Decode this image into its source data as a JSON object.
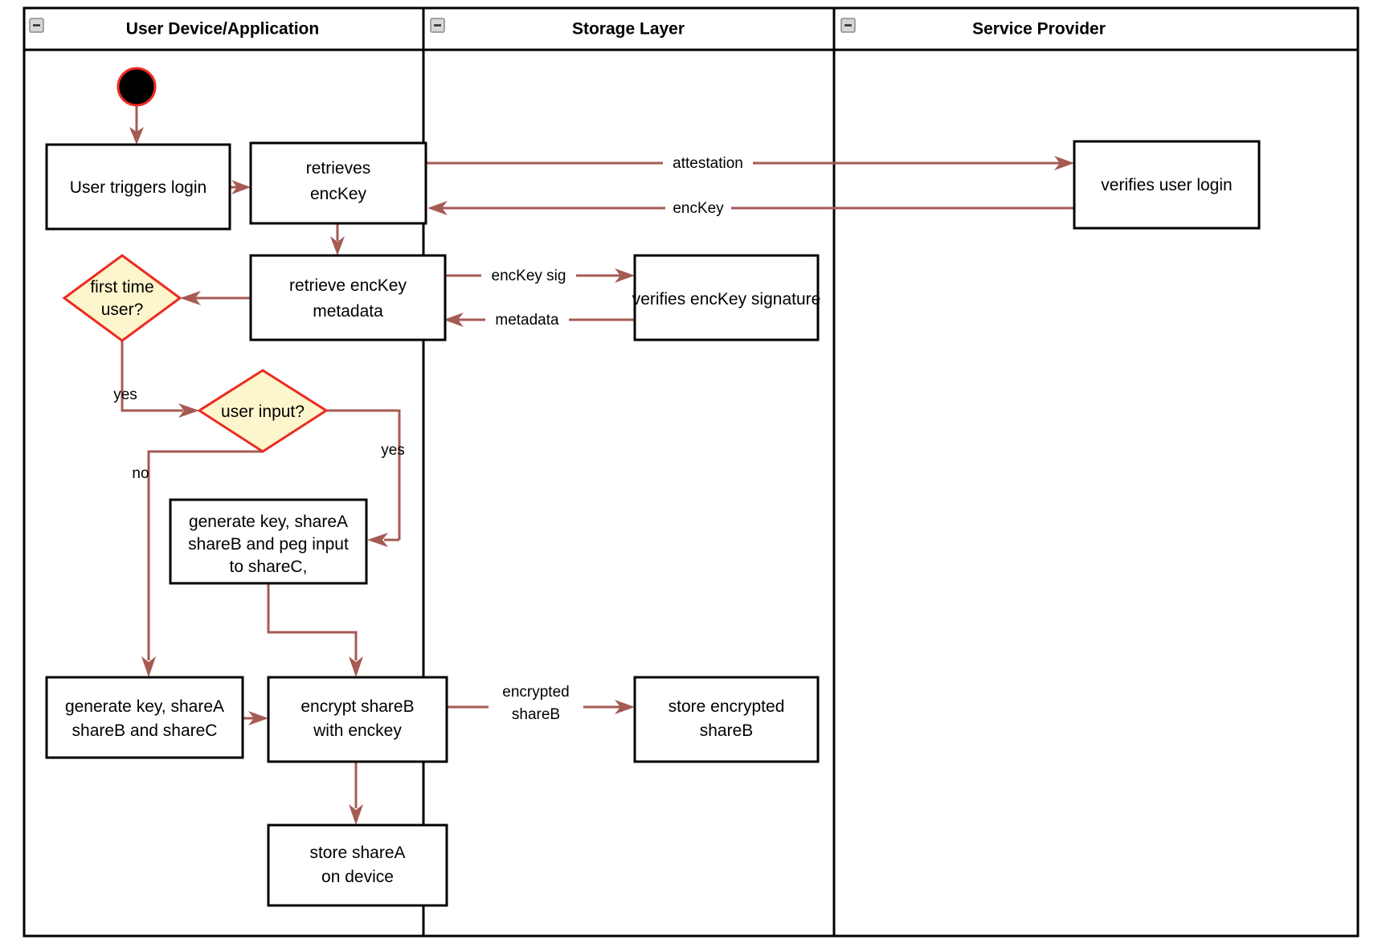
{
  "diagram": {
    "type": "uml-activity-swimlane",
    "colors": {
      "flow": "#a55a53",
      "decision_fill": "#fdf6cc",
      "decision_stroke": "#ec2b21",
      "node_stroke": "#000000",
      "node_fill": "#ffffff",
      "start_fill": "#000000",
      "start_stroke": "#ef2b21"
    },
    "lanes": [
      {
        "id": "user-device",
        "title": "User Device/Application",
        "collapse_icon": "minus-icon"
      },
      {
        "id": "storage-layer",
        "title": "Storage Layer",
        "collapse_icon": "minus-icon"
      },
      {
        "id": "service-provider",
        "title": "Service Provider",
        "collapse_icon": "minus-icon"
      }
    ],
    "nodes": [
      {
        "id": "start",
        "kind": "initial-node",
        "lane": "user-device",
        "label": ""
      },
      {
        "id": "user-triggers-login",
        "kind": "action",
        "lane": "user-device",
        "lines": [
          "User triggers login"
        ]
      },
      {
        "id": "retrieves-enckey",
        "kind": "action",
        "lane": "user-device",
        "lines": [
          "retrieves",
          "encKey"
        ]
      },
      {
        "id": "verifies-user-login",
        "kind": "action",
        "lane": "service-provider",
        "lines": [
          "verifies user login"
        ]
      },
      {
        "id": "retrieve-enckey-metadata",
        "kind": "action",
        "lane": "user-device",
        "lines": [
          "retrieve encKey",
          "metadata"
        ]
      },
      {
        "id": "verifies-enckey-signature",
        "kind": "action",
        "lane": "storage-layer",
        "lines": [
          "verifies encKey signature"
        ]
      },
      {
        "id": "first-time-user",
        "kind": "decision",
        "lane": "user-device",
        "lines": [
          "first time",
          "user?"
        ]
      },
      {
        "id": "user-input",
        "kind": "decision",
        "lane": "user-device",
        "lines": [
          "user input?"
        ]
      },
      {
        "id": "generate-peg-input",
        "kind": "action",
        "lane": "user-device",
        "lines": [
          "generate key, shareA",
          "shareB and peg input",
          "to shareC,"
        ]
      },
      {
        "id": "generate-three-shares",
        "kind": "action",
        "lane": "user-device",
        "lines": [
          "generate key, shareA",
          "shareB and shareC"
        ]
      },
      {
        "id": "encrypt-shareb",
        "kind": "action",
        "lane": "user-device",
        "lines": [
          "encrypt shareB",
          "with enckey"
        ]
      },
      {
        "id": "store-encrypted-shareb",
        "kind": "action",
        "lane": "storage-layer",
        "lines": [
          "store encrypted",
          "shareB"
        ]
      },
      {
        "id": "store-sharea-on-device",
        "kind": "action",
        "lane": "user-device",
        "lines": [
          "store shareA",
          "on device"
        ]
      }
    ],
    "edges": [
      {
        "from": "start",
        "to": "user-triggers-login",
        "label": ""
      },
      {
        "from": "user-triggers-login",
        "to": "retrieves-enckey",
        "label": ""
      },
      {
        "from": "retrieves-enckey",
        "to": "verifies-user-login",
        "label": "attestation"
      },
      {
        "from": "verifies-user-login",
        "to": "retrieves-enckey",
        "label": "encKey"
      },
      {
        "from": "retrieves-enckey",
        "to": "retrieve-enckey-metadata",
        "label": ""
      },
      {
        "from": "retrieve-enckey-metadata",
        "to": "verifies-enckey-signature",
        "label": "encKey sig"
      },
      {
        "from": "verifies-enckey-signature",
        "to": "retrieve-enckey-metadata",
        "label": "metadata"
      },
      {
        "from": "retrieve-enckey-metadata",
        "to": "first-time-user",
        "label": ""
      },
      {
        "from": "first-time-user",
        "to": "user-input",
        "label": "yes"
      },
      {
        "from": "user-input",
        "to": "generate-peg-input",
        "label": "yes"
      },
      {
        "from": "user-input",
        "to": "generate-three-shares",
        "label": "no"
      },
      {
        "from": "generate-peg-input",
        "to": "encrypt-shareb",
        "label": ""
      },
      {
        "from": "generate-three-shares",
        "to": "encrypt-shareb",
        "label": ""
      },
      {
        "from": "encrypt-shareb",
        "to": "store-encrypted-shareb",
        "label": "encrypted shareB",
        "label_lines": [
          "encrypted",
          "shareB"
        ]
      },
      {
        "from": "encrypt-shareb",
        "to": "store-sharea-on-device",
        "label": ""
      }
    ],
    "edge_labels": {
      "attestation": "attestation",
      "enckey": "encKey",
      "enckey_sig": "encKey sig",
      "metadata": "metadata",
      "yes_first_time": "yes",
      "yes_user_input": "yes",
      "no_user_input": "no",
      "encrypted_line1": "encrypted",
      "encrypted_line2": "shareB"
    },
    "texts": {
      "lane1_title": "User Device/Application",
      "lane2_title": "Storage Layer",
      "lane3_title": "Service Provider",
      "user_triggers_login": "User triggers login",
      "retrieves_l1": "retrieves",
      "retrieves_l2": "encKey",
      "verifies_user_login": "verifies user login",
      "retrieve_meta_l1": "retrieve encKey",
      "retrieve_meta_l2": "metadata",
      "verifies_sig": "verifies encKey signature",
      "first_time_l1": "first time",
      "first_time_l2": "user?",
      "user_input": "user input?",
      "gen_peg_l1": "generate key, shareA",
      "gen_peg_l2": "shareB and peg input",
      "gen_peg_l3": "to shareC,",
      "gen_three_l1": "generate key, shareA",
      "gen_three_l2": "shareB and shareC",
      "encrypt_l1": "encrypt shareB",
      "encrypt_l2": "with enckey",
      "store_enc_l1": "store encrypted",
      "store_enc_l2": "shareB",
      "store_sharea_l1": "store shareA",
      "store_sharea_l2": "on device"
    }
  }
}
